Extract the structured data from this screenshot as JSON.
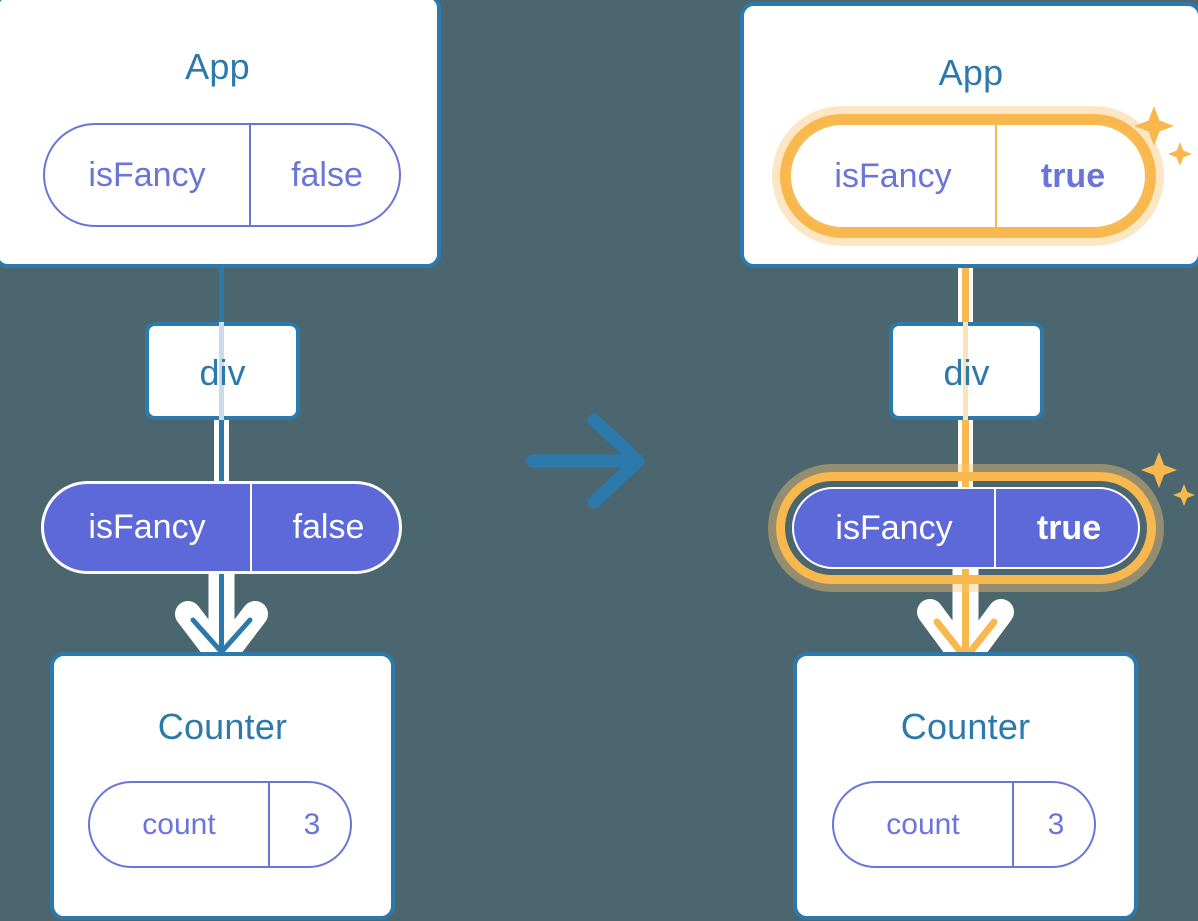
{
  "background_color": "#4c6670",
  "colors": {
    "box_border": "#2c7aac",
    "title_text": "#2c7aac",
    "pill_outline": "#6a75da",
    "pill_solid_fill": "#5d68d9",
    "highlight": "#f8b84e",
    "highlight_glow": "#fbe3bd",
    "connector_blue": "#2c7aac",
    "connector_white": "#ffffff"
  },
  "transition_arrow": {
    "icon": "arrow-right-icon",
    "direction": "right",
    "color": "#2c7aac"
  },
  "before": {
    "app": {
      "title": "App",
      "state": {
        "key": "isFancy",
        "value": "false",
        "highlighted": false,
        "value_bold": false
      }
    },
    "div": {
      "label": "div"
    },
    "prop_pill": {
      "key": "isFancy",
      "value": "false",
      "highlighted": false,
      "value_bold": false
    },
    "counter": {
      "title": "Counter",
      "state": {
        "key": "count",
        "value": "3",
        "highlighted": false,
        "value_bold": false
      }
    },
    "sparkles": false
  },
  "after": {
    "app": {
      "title": "App",
      "state": {
        "key": "isFancy",
        "value": "true",
        "highlighted": true,
        "value_bold": true
      }
    },
    "div": {
      "label": "div"
    },
    "prop_pill": {
      "key": "isFancy",
      "value": "true",
      "highlighted": true,
      "value_bold": true
    },
    "counter": {
      "title": "Counter",
      "state": {
        "key": "count",
        "value": "3",
        "highlighted": false,
        "value_bold": false
      }
    },
    "sparkles": true
  },
  "chart_data": {
    "type": "diagram",
    "title": "React state propagation: isFancy flips from false to true",
    "panels": [
      {
        "name": "before",
        "nodes": [
          {
            "id": "app",
            "label": "App",
            "kind": "component",
            "state": [
              {
                "key": "isFancy",
                "value": "false"
              }
            ]
          },
          {
            "id": "div",
            "label": "div",
            "kind": "element"
          },
          {
            "id": "prop",
            "label": "isFancy",
            "kind": "prop",
            "value": "false"
          },
          {
            "id": "counter",
            "label": "Counter",
            "kind": "component",
            "state": [
              {
                "key": "count",
                "value": "3"
              }
            ]
          }
        ],
        "edges": [
          {
            "from": "app",
            "to": "div",
            "style": "solid-blue"
          },
          {
            "from": "div",
            "to": "prop",
            "style": "solid-blue"
          },
          {
            "from": "prop",
            "to": "counter",
            "style": "arrow-blue"
          }
        ]
      },
      {
        "name": "after",
        "nodes": [
          {
            "id": "app",
            "label": "App",
            "kind": "component",
            "state": [
              {
                "key": "isFancy",
                "value": "true"
              }
            ],
            "highlighted": true
          },
          {
            "id": "div",
            "label": "div",
            "kind": "element"
          },
          {
            "id": "prop",
            "label": "isFancy",
            "kind": "prop",
            "value": "true",
            "highlighted": true
          },
          {
            "id": "counter",
            "label": "Counter",
            "kind": "component",
            "state": [
              {
                "key": "count",
                "value": "3"
              }
            ]
          }
        ],
        "edges": [
          {
            "from": "app",
            "to": "div",
            "style": "solid-amber"
          },
          {
            "from": "div",
            "to": "prop",
            "style": "solid-amber"
          },
          {
            "from": "prop",
            "to": "counter",
            "style": "arrow-amber"
          }
        ]
      }
    ]
  }
}
